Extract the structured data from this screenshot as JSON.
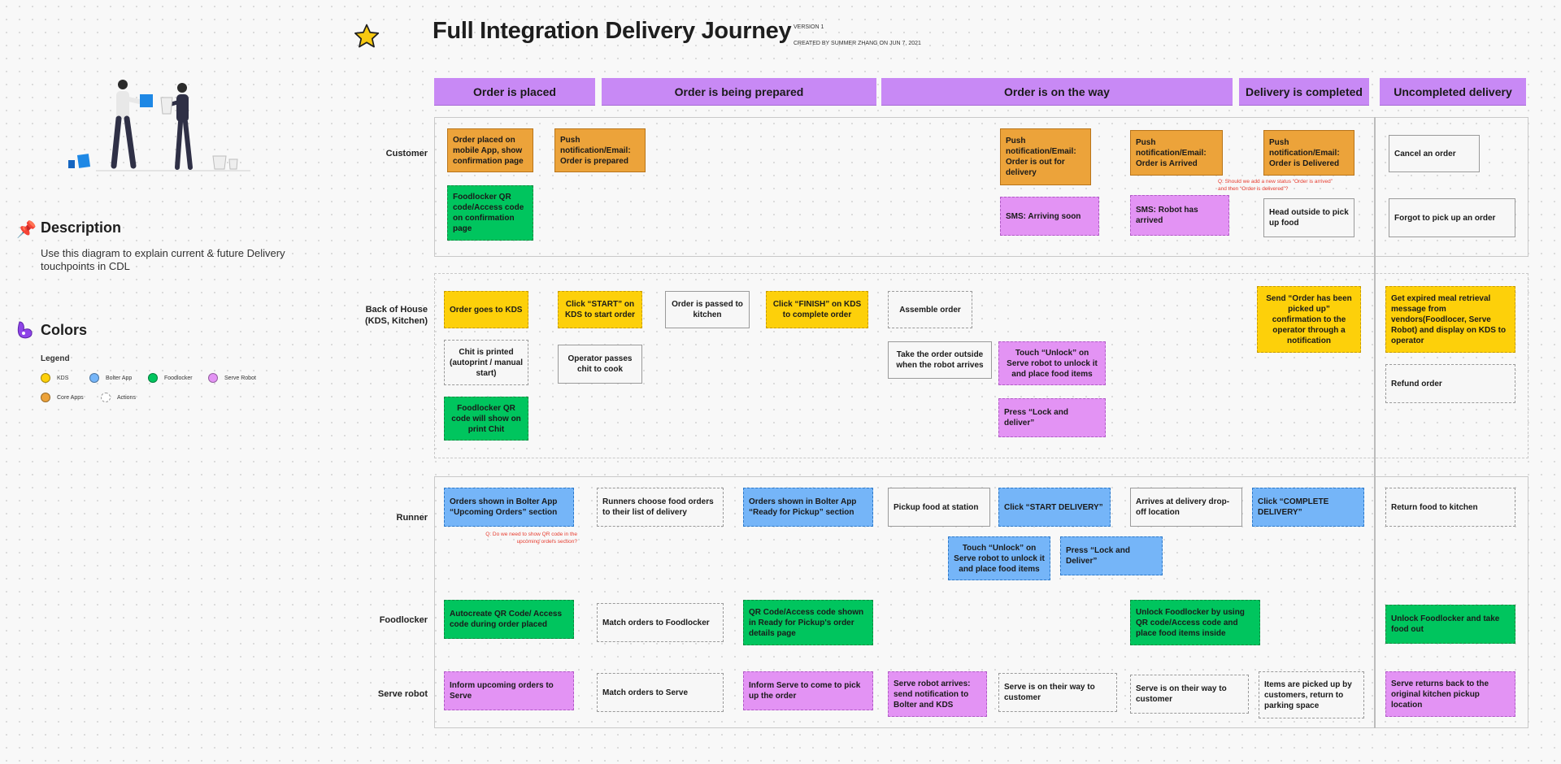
{
  "header": {
    "title": "Full Integration Delivery Journey",
    "version": "VERSION 1",
    "created_by": "CREATED BY SUMMER ZHANG ON JUN 7, 2021"
  },
  "description": {
    "heading": "Description",
    "text": "Use this diagram to explain current & future Delivery touchpoints in CDL"
  },
  "colors": {
    "heading": "Colors",
    "legend_title": "Legend",
    "items": [
      {
        "label": "KDS",
        "color": "#fdd00a"
      },
      {
        "label": "Bolter App",
        "color": "#75b5f8"
      },
      {
        "label": "Foodlocker",
        "color": "#00c55e"
      },
      {
        "label": "Serve Robot",
        "color": "#e393f4"
      },
      {
        "label": "Core Apps",
        "color": "#eca33a"
      },
      {
        "label": "Actions",
        "color": "#ffffff"
      }
    ]
  },
  "phases": [
    "Order is placed",
    "Order is being prepared",
    "Order is on the way",
    "Delivery is completed",
    "Uncompleted delivery"
  ],
  "rows": {
    "customer": "Customer",
    "boh_line1": "Back of House",
    "boh_line2": "(KDS, Kitchen)",
    "runner": "Runner",
    "foodlocker": "Foodlocker",
    "serve": "Serve robot"
  },
  "cards": {
    "c1": "Order placed on mobile App, show confirmation page",
    "c2": "Push notification/Email: Order is prepared",
    "c3": "Foodlocker QR code/Access code on confirmation page",
    "c4": "Push notification/Email: Order is out for delivery",
    "c5": "SMS: Arriving soon",
    "c6": "Push notification/Email: Order is Arrived",
    "c7": "SMS: Robot has arrived",
    "c8": "Push notification/Email: Order is Delivered",
    "c9": "Head outside to pick up food",
    "c10": "Cancel an order",
    "c11": "Forgot to pick up an order",
    "b1": "Order goes to KDS",
    "b2": "Chit is printed (autoprint / manual start)",
    "b3": "Foodlocker QR code will show on print Chit",
    "b4": "Click “START” on KDS to start order",
    "b5": "Operator passes chit to cook",
    "b6": "Order is passed to kitchen",
    "b7": "Click “FINISH” on KDS to complete order",
    "b8": "Assemble order",
    "b9": "Take the order outside when the robot arrives",
    "b10": "Touch “Unlock” on Serve robot to unlock it and place food items",
    "b11": "Press “Lock and deliver”",
    "b12": "Send “Order has been picked up” confirmation to the operator through a notification",
    "b13": "Get expired meal retrieval message from vendors(Foodlocer, Serve Robot) and display on KDS to operator",
    "b14": "Refund order",
    "r1": "Orders shown in Bolter App “Upcoming Orders” section",
    "r2": "Runners choose food orders to their list of delivery",
    "r3": "Orders shown in Bolter App “Ready for Pickup” section",
    "r4": "Pickup food at station",
    "r5": "Click “START DELIVERY”",
    "r6": "Touch “Unlock” on Serve robot to unlock it and place food items",
    "r7": "Press “Lock and Deliver”",
    "r8": "Arrives at delivery drop-off location",
    "r9": "Click “COMPLETE DELIVERY”",
    "r10": "Return food to kitchen",
    "f1": "Autocreate QR Code/ Access code during order placed",
    "f2": "Match orders to Foodlocker",
    "f3": "QR Code/Access code shown in Ready for Pickup's order details page",
    "f4": "Unlock Foodlocker  by using QR code/Access code and place food items inside",
    "f5": "Unlock Foodlocker and take food out",
    "s1": "Inform upcoming orders to Serve",
    "s2": "Match orders to Serve",
    "s3": "Inform Serve to come to pick up the order",
    "s4": "Serve robot arrives: send notification to Bolter and KDS",
    "s5": "Serve is on their way to customer",
    "s6": "Serve is on their way to customer",
    "s7": "Items are picked up by customers, return to parking space",
    "s8": "Serve returns  back to the original kitchen pickup location"
  },
  "notes": {
    "n1": "Q: Should we add a new status “Order is arrived” and then “Order is delivered”?",
    "n2": "Q: Do we need to show QR code in the upcoming orders section?"
  }
}
